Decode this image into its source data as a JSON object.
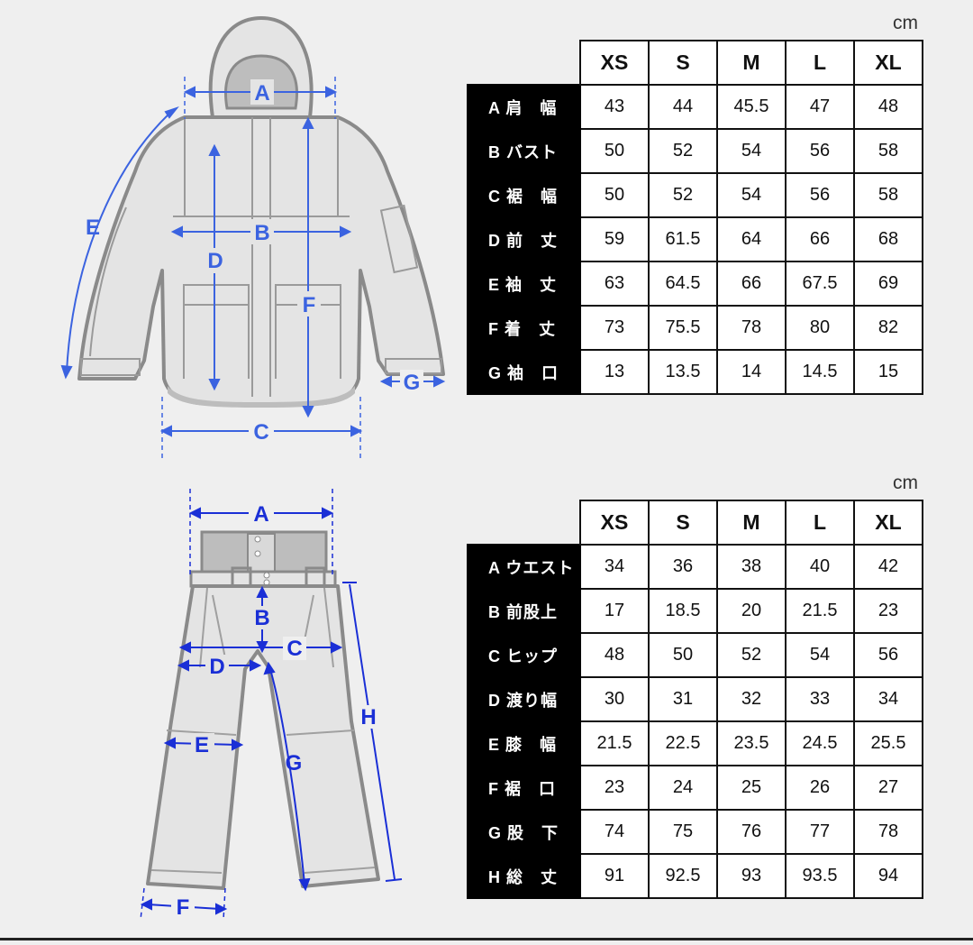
{
  "jacket": {
    "unit": "cm",
    "sizes": [
      "XS",
      "S",
      "M",
      "L",
      "XL"
    ],
    "rows": [
      {
        "label": "A 肩　幅",
        "values": [
          "43",
          "44",
          "45.5",
          "47",
          "48"
        ]
      },
      {
        "label": "B バスト",
        "values": [
          "50",
          "52",
          "54",
          "56",
          "58"
        ]
      },
      {
        "label": "C 裾　幅",
        "values": [
          "50",
          "52",
          "54",
          "56",
          "58"
        ]
      },
      {
        "label": "D 前　丈",
        "values": [
          "59",
          "61.5",
          "64",
          "66",
          "68"
        ]
      },
      {
        "label": "E 袖　丈",
        "values": [
          "63",
          "64.5",
          "66",
          "67.5",
          "69"
        ]
      },
      {
        "label": "F 着　丈",
        "values": [
          "73",
          "75.5",
          "78",
          "80",
          "82"
        ]
      },
      {
        "label": "G 袖　口",
        "values": [
          "13",
          "13.5",
          "14",
          "14.5",
          "15"
        ]
      }
    ],
    "diagram_letters": [
      "A",
      "B",
      "C",
      "D",
      "E",
      "F",
      "G"
    ]
  },
  "pants": {
    "unit": "cm",
    "sizes": [
      "XS",
      "S",
      "M",
      "L",
      "XL"
    ],
    "rows": [
      {
        "label": "A ウエスト",
        "values": [
          "34",
          "36",
          "38",
          "40",
          "42"
        ]
      },
      {
        "label": "B 前股上",
        "values": [
          "17",
          "18.5",
          "20",
          "21.5",
          "23"
        ]
      },
      {
        "label": "C ヒップ",
        "values": [
          "48",
          "50",
          "52",
          "54",
          "56"
        ]
      },
      {
        "label": "D 渡り幅",
        "values": [
          "30",
          "31",
          "32",
          "33",
          "34"
        ]
      },
      {
        "label": "E 膝　幅",
        "values": [
          "21.5",
          "22.5",
          "23.5",
          "24.5",
          "25.5"
        ]
      },
      {
        "label": "F 裾　口",
        "values": [
          "23",
          "24",
          "25",
          "26",
          "27"
        ]
      },
      {
        "label": "G 股　下",
        "values": [
          "74",
          "75",
          "76",
          "77",
          "78"
        ]
      },
      {
        "label": "H 総　丈",
        "values": [
          "91",
          "92.5",
          "93",
          "93.5",
          "94"
        ]
      }
    ],
    "diagram_letters": [
      "A",
      "B",
      "C",
      "D",
      "E",
      "F",
      "G",
      "H"
    ]
  },
  "colors": {
    "jacket_arrow": "#3b63e0",
    "pants_arrow": "#1a2fd6",
    "garment_outline": "#8a8a8a",
    "garment_fill": "#e4e4e4",
    "garment_shade": "#bdbdbd"
  }
}
